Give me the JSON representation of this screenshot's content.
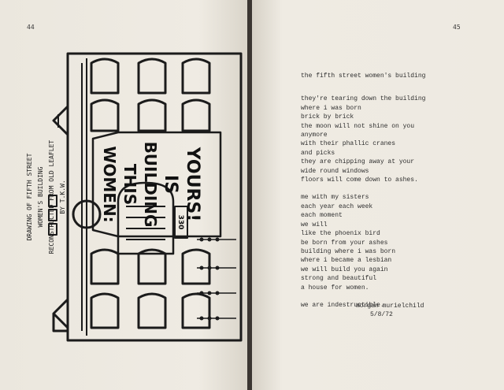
{
  "left_page": {
    "page_number": "44",
    "caption": [
      "DRAWING OF FIFTH STREET",
      "WOMEN'S BUILDING",
      "RECONSTRUCTED FROM OLD LEAFLET",
      "BY T.K.W."
    ],
    "sign": [
      "WOMEN:",
      "THIS",
      "BUILDING",
      "IS",
      "YOURS!"
    ],
    "address": "330"
  },
  "right_page": {
    "page_number": "45",
    "title": "the fifth street women's building",
    "stanza1": [
      "they're tearing down the building",
      "where i was born",
      "brick by brick",
      "the moon will not shine on you",
      "anymore",
      "with their phallic cranes",
      "and picks",
      "they are chipping away at your",
      "wide round windows",
      "floors will come down to ashes."
    ],
    "stanza2": [
      "me with my sisters",
      "each year each week",
      "each moment",
      "we will",
      "like the phoenix bird",
      "be born from your ashes",
      "building where i was born",
      "where i became a lesbian",
      "we will build you again",
      "strong and beautiful",
      "a house for women."
    ],
    "closing": "we are indestructible.",
    "author": "morgan murielchild",
    "date": "5/8/72"
  }
}
